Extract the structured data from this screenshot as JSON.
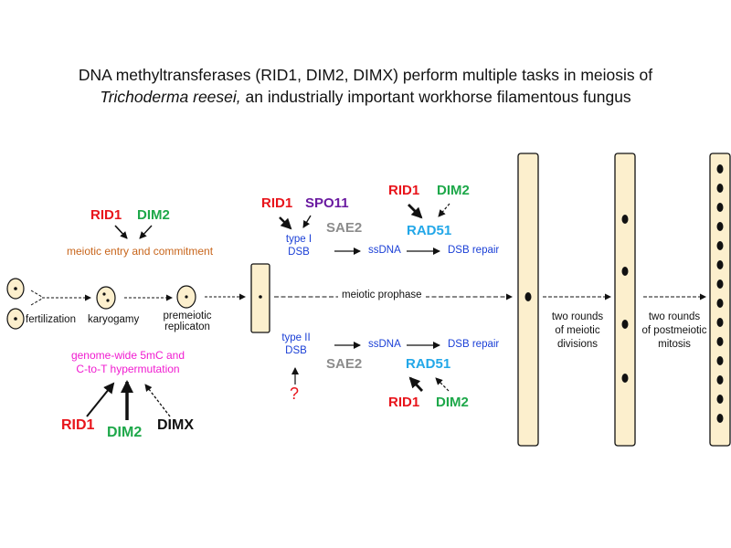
{
  "title": {
    "line1": "DNA methyltransferases (RID1, DIM2, DIMX) perform multiple tasks in meiosis of",
    "line2_italic": "Trichoderma reesei,",
    "line2_rest": " an industrially important workhorse filamentous fungus"
  },
  "genes": {
    "rid1": "RID1",
    "dim2": "DIM2",
    "dimx": "DIMX",
    "spo11": "SPO11",
    "sae2": "SAE2",
    "rad51": "RAD51"
  },
  "labels": {
    "meiotic_entry": "meiotic entry and commitment",
    "fertilization": "fertilization",
    "karyogamy": "karyogamy",
    "premeiotic_1": "premeiotic",
    "premeiotic_2": "replicaton",
    "meiotic_prophase": "meiotic prophase",
    "genome_wide_1": "genome-wide 5mC and",
    "genome_wide_2": "C-to-T hypermutation",
    "type1_a": "type I",
    "type1_b": "DSB",
    "type2_a": "type II",
    "type2_b": "DSB",
    "ssdna": "ssDNA",
    "dsb_repair": "DSB repair",
    "question": "?",
    "meiotic_div_1": "two rounds",
    "meiotic_div_2": "of meiotic",
    "meiotic_div_3": "divisions",
    "postmeiotic_1": "two rounds",
    "postmeiotic_2": "of postmeiotic",
    "postmeiotic_3": "mitosis"
  },
  "colors": {
    "rid1": "#e8141b",
    "dim2": "#1ea84a",
    "spo11": "#6a1aa0",
    "sae2": "#8c8c8c",
    "rad51": "#22a7e8",
    "meiotic_entry": "#c8651b",
    "genome_wide": "#f01cd0",
    "blue_text": "#1a3fd6",
    "cell_fill": "#fcefcd",
    "question": "#e8141b"
  }
}
